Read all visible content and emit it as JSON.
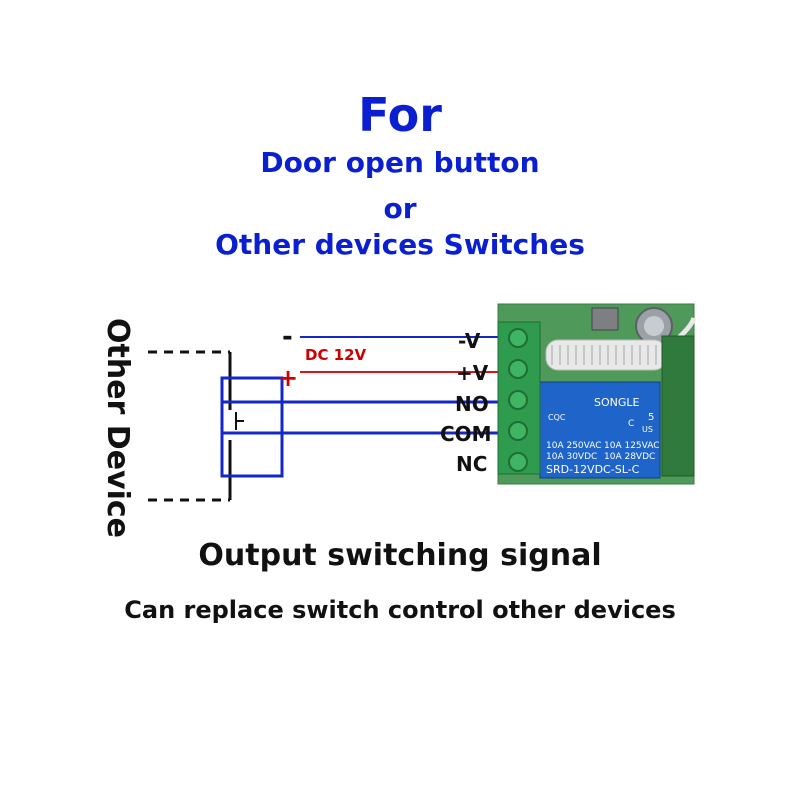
{
  "heading": {
    "title": "For",
    "line1": "Door open button",
    "line2": "or",
    "line3": "Other devices Switches"
  },
  "diagram": {
    "device_label": "Other Device",
    "supply_label": "DC 12V",
    "minus_sign": "-",
    "plus_sign": "+",
    "terminals": [
      "-V",
      "+V",
      "NO",
      "COM",
      "NC"
    ],
    "relay": {
      "brand": "SONGLE",
      "rating_left": "10A 250VAC",
      "rating_left2": "10A  30VDC",
      "rating_right": "10A 125VAC",
      "rating_right2": "10A  28VDC",
      "model": "SRD-12VDC-SL-C",
      "mark": "CQC",
      "mark_us": "US",
      "mark_c": "C",
      "mark_5": "5"
    },
    "colors": {
      "wire_blue": "#1428c8",
      "wire_red": "#d81818",
      "terminal_green": "#2e9b4f",
      "pcb_green": "#4f9a5a",
      "relay_blue": "#1f64c8"
    }
  },
  "captions": {
    "main": "Output switching signal",
    "sub": "Can replace switch control other devices"
  }
}
